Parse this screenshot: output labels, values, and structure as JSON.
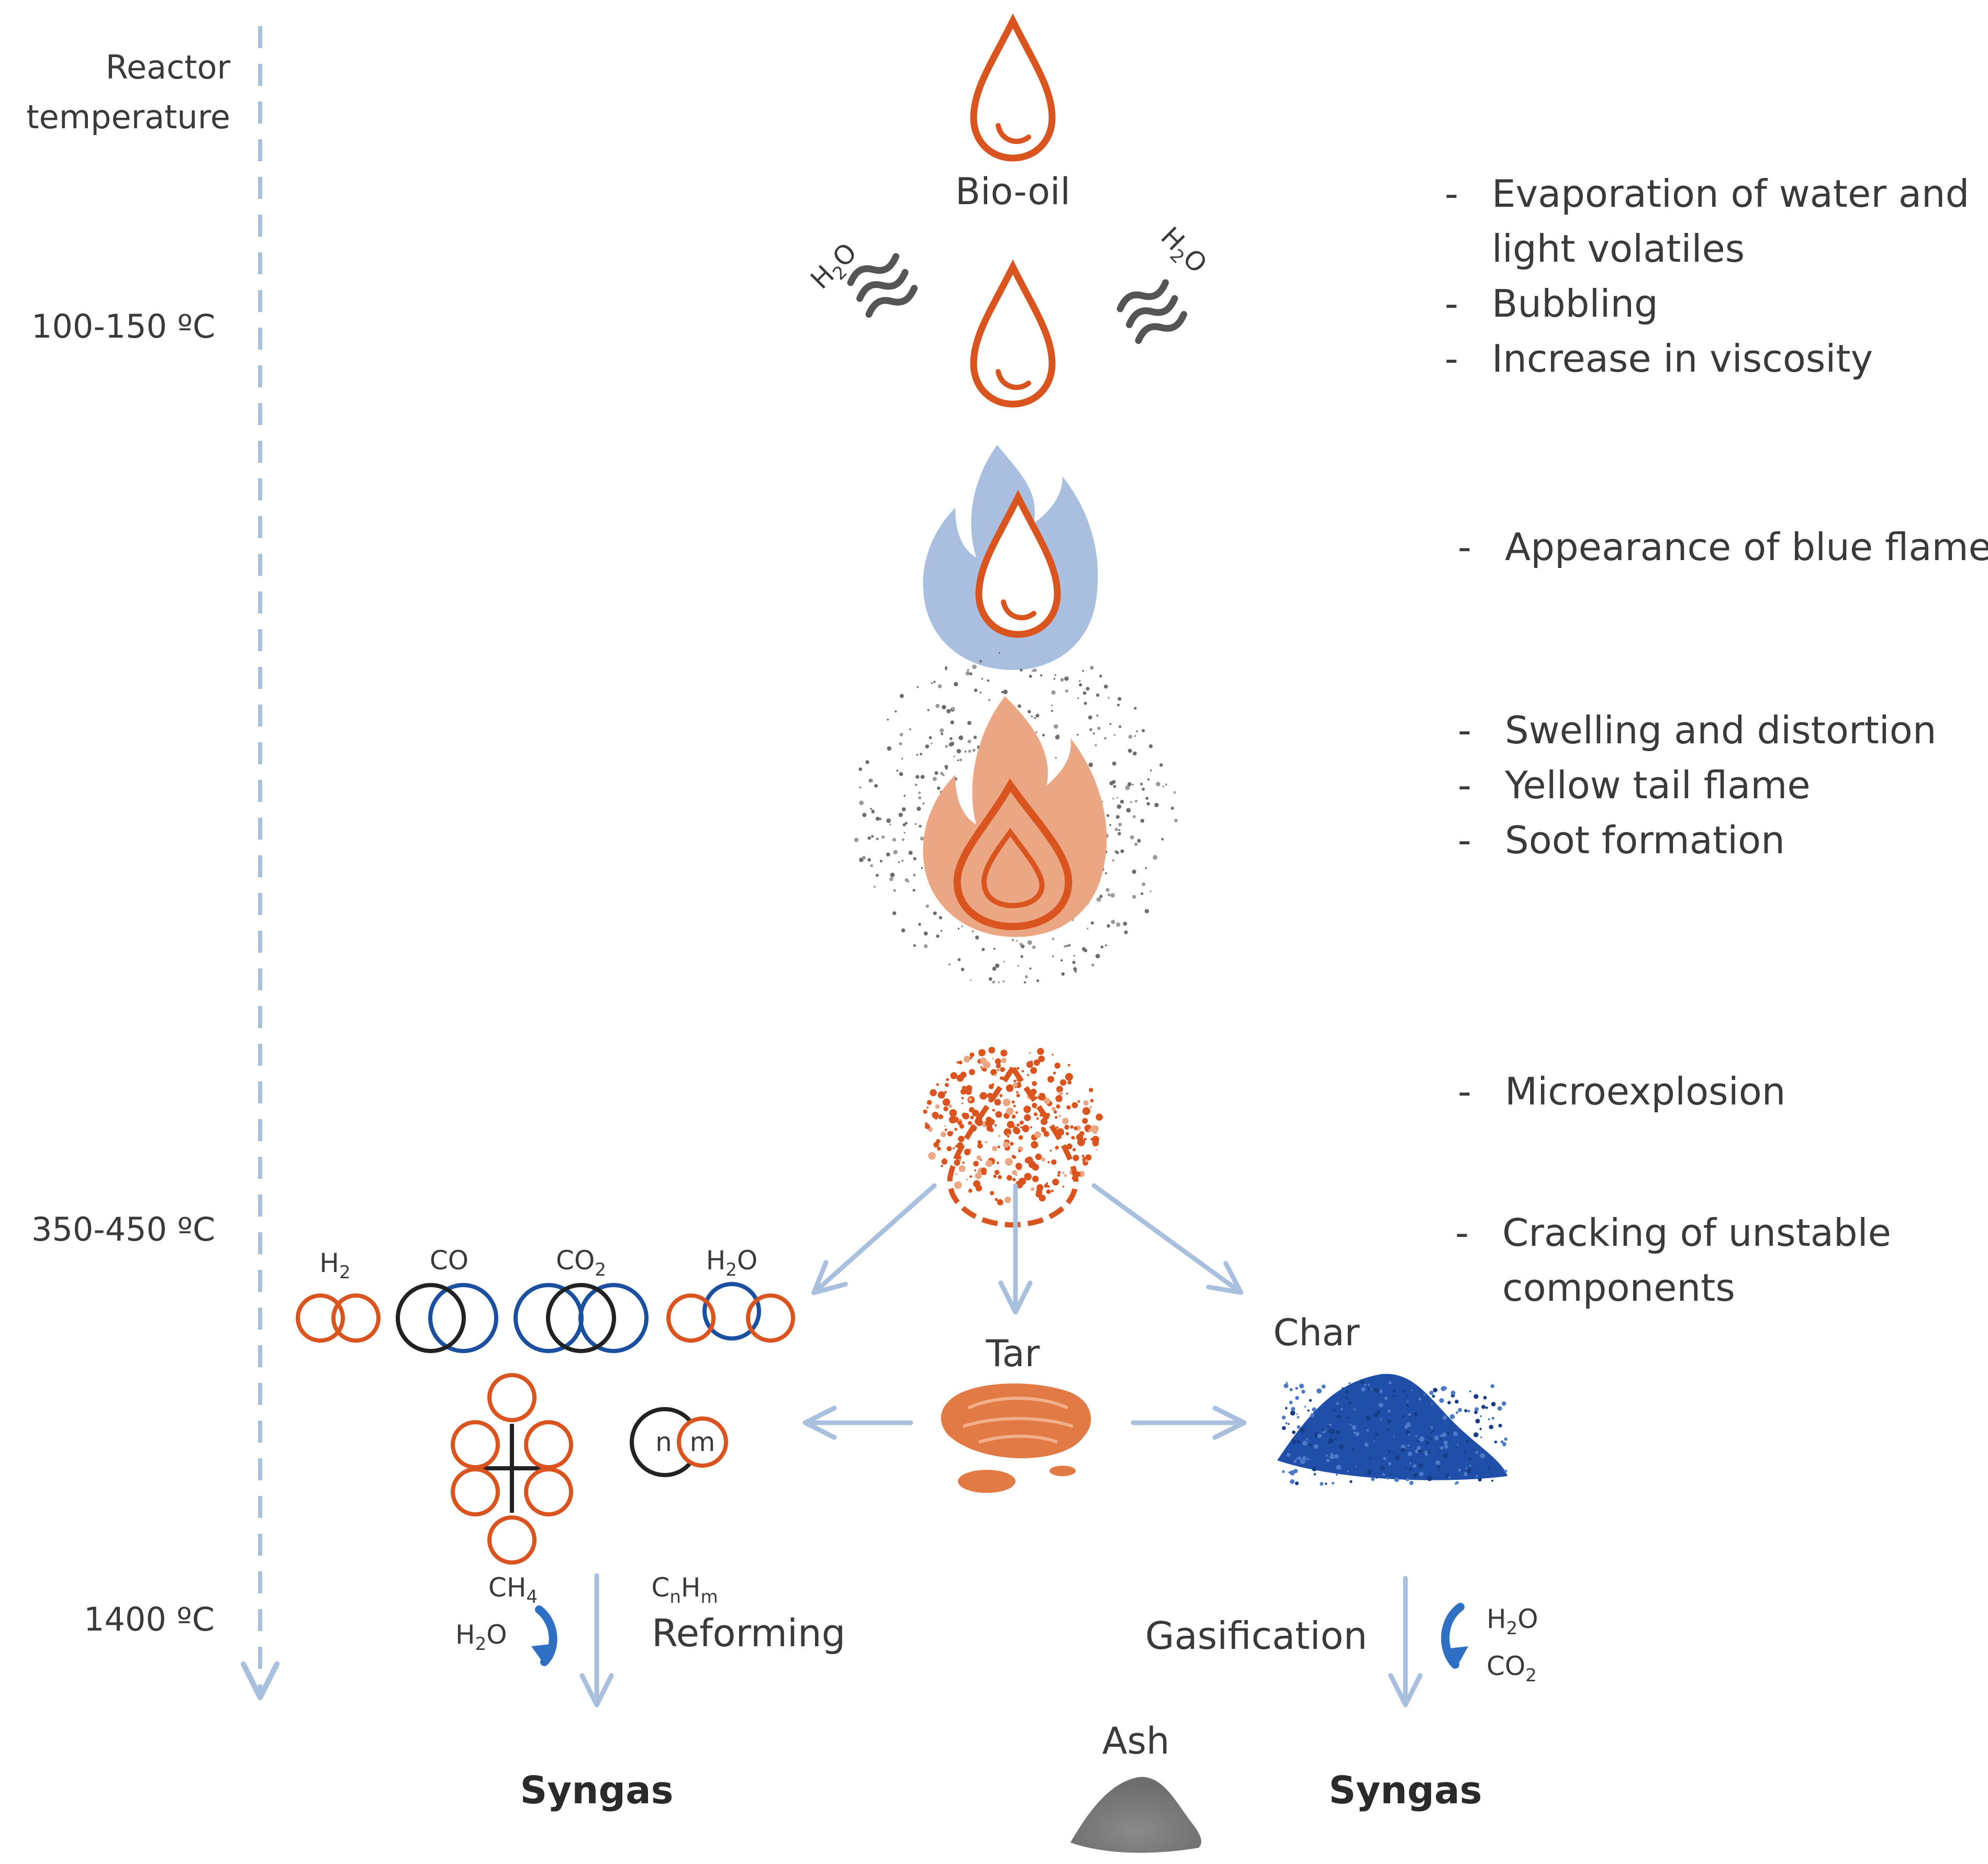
{
  "axis": {
    "title_line1": "Reactor",
    "title_line2": "temperature",
    "temps": [
      "100-150 ºC",
      "350-450 ºC",
      "1400 ºC"
    ]
  },
  "stages": {
    "bio_oil_label": "Bio-oil",
    "steam_label": "H",
    "steam_sub": "2",
    "steam_tail": "O"
  },
  "notes": {
    "evaporation": [
      "Evaporation of water and",
      "light volatiles",
      "Bubbling",
      "Increase in viscosity"
    ],
    "flame": [
      "Appearance of blue flame"
    ],
    "swelling": [
      "Swelling and distortion",
      "Yellow tail flame",
      "Soot formation"
    ],
    "microexplosion": [
      "Microexplosion"
    ],
    "cracking": [
      "Cracking of unstable",
      "components"
    ],
    "dash": "-"
  },
  "products": {
    "tar": "Tar",
    "char": "Char",
    "ash": "Ash",
    "syngas": "Syngas",
    "reforming": "Reforming",
    "gasification": "Gasification"
  },
  "molecules": {
    "h2": {
      "base": "H",
      "sub": "2"
    },
    "co": {
      "base": "CO"
    },
    "co2": {
      "base": "CO",
      "sub": "2"
    },
    "h2o": {
      "base": "H",
      "sub": "2",
      "tail": "O"
    },
    "ch4": {
      "base": "CH",
      "sub": "4"
    },
    "cnhm": {
      "c": "C",
      "n": "n",
      "h": "H",
      "m": "m"
    },
    "n": "n",
    "m": "m"
  },
  "colors": {
    "orange": "#d9541e",
    "peach": "#eba784",
    "blue_flame": "#a9bfe0",
    "arrow": "#a8c0de",
    "dark_blue": "#1b4fa0",
    "char_blue": "#1f4fa8",
    "grey": "#555555",
    "ash": "#8a8a8a",
    "text": "#3a3a3a"
  }
}
